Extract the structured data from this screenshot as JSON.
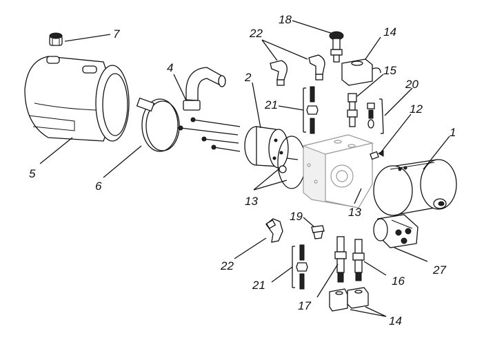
{
  "callouts": {
    "c1": "1",
    "c2": "2",
    "c4": "4",
    "c5": "5",
    "c6": "6",
    "c7": "7",
    "c12": "12",
    "c13a": "13",
    "c13b": "13",
    "c14a": "14",
    "c14b": "14",
    "c15": "15",
    "c16": "16",
    "c17": "17",
    "c18": "18",
    "c19": "19",
    "c20": "20",
    "c21a": "21",
    "c21b": "21",
    "c22a": "22",
    "c22b": "22",
    "c27": "27"
  },
  "colors": {
    "ink": "#111111",
    "ghost_outline": "#9a9a9a",
    "ghost_fill": "#f0f0f0",
    "background": "#ffffff"
  }
}
